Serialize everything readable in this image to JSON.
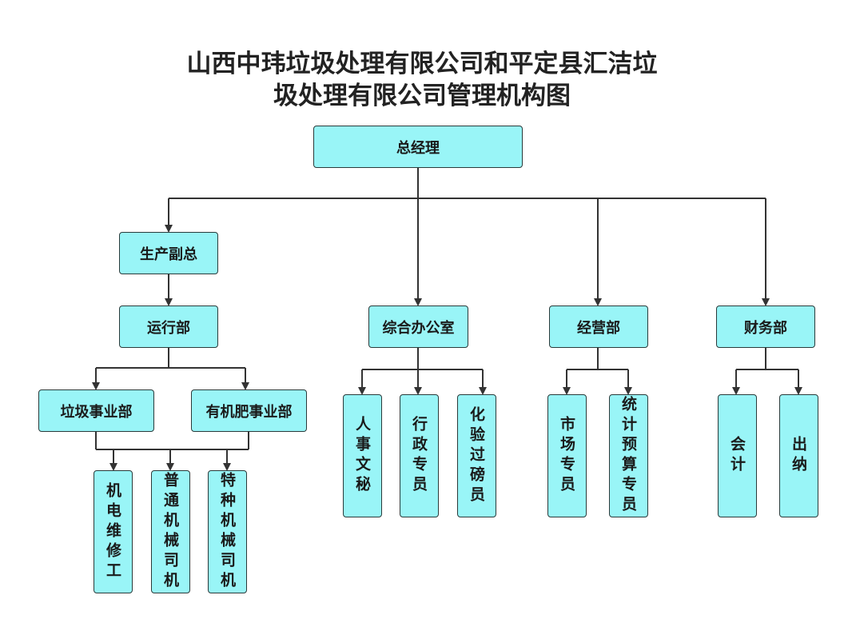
{
  "title": {
    "line1": "山西中玮垃圾处理有限公司和平定县汇洁垃",
    "line2": "圾处理有限公司管理机构图"
  },
  "nodes": {
    "gm": "总经理",
    "vp_production": "生产副总",
    "operations": "运行部",
    "garbage_business": "垃圾事业部",
    "fertilizer_business": "有机肥事业部",
    "electrician": "机电维修工",
    "machine_driver": "普通机械司机",
    "special_driver": "特种机械司机",
    "general_office": "综合办公室",
    "hr_secretary": "人事文秘",
    "admin_staff": "行政专员",
    "lab_weigh_staff": "化验过磅员",
    "business_dept": "经营部",
    "market_staff": "市场专员",
    "stats_budget_staff": "统计预算专员",
    "finance_dept": "财务部",
    "accountant": "会计",
    "cashier": "出纳"
  },
  "colors": {
    "box_fill": "#99f5f7",
    "box_border": "#2a3a3a",
    "line": "#333333"
  }
}
